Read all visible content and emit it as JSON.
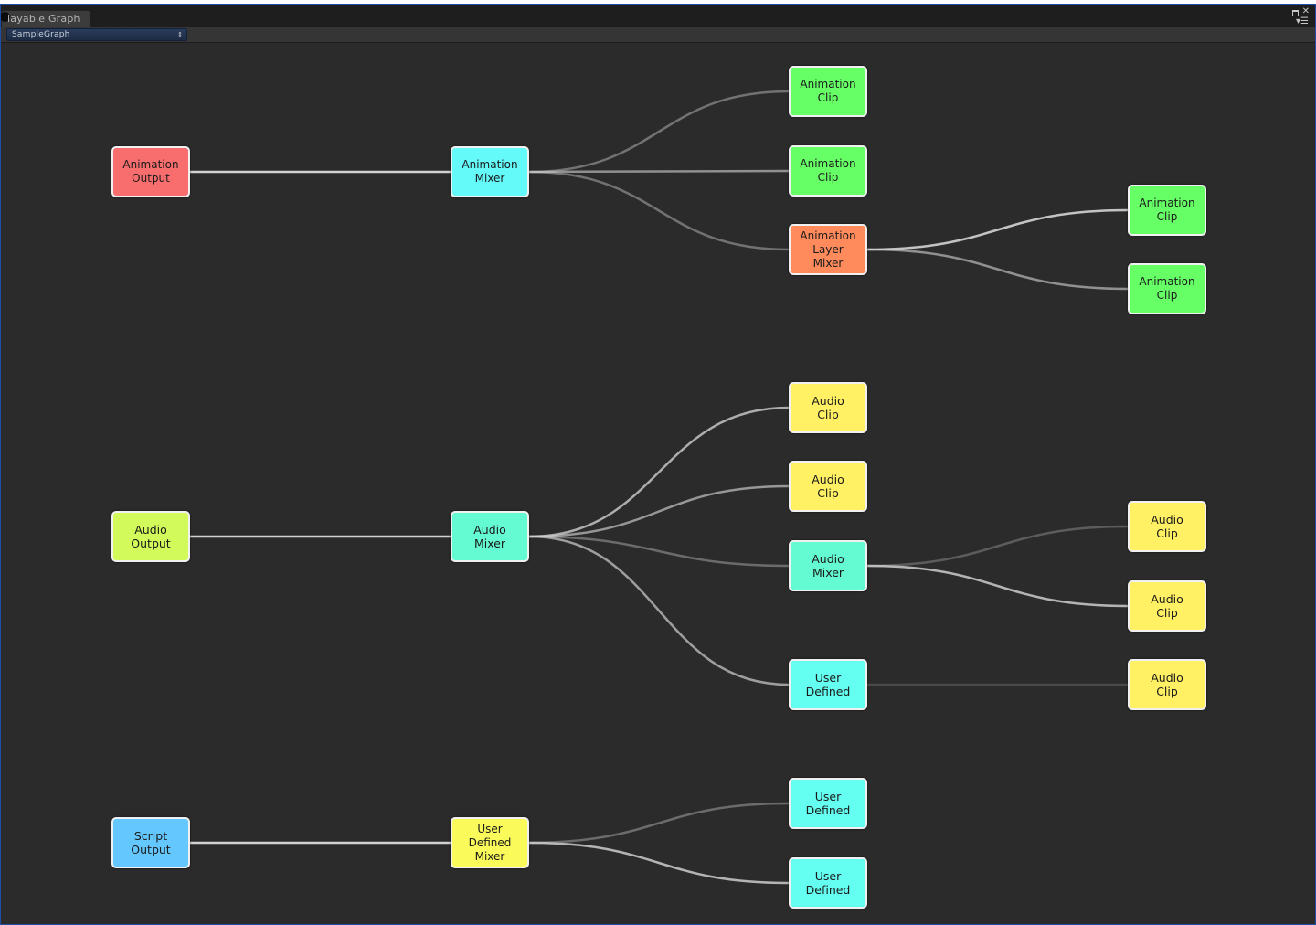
{
  "window": {
    "tab_title": "layable Graph",
    "icons": [
      "maximize-icon",
      "close-icon",
      "menu-icon"
    ]
  },
  "toolbar": {
    "graph_selector": {
      "value": "SampleGraph"
    }
  },
  "colors": {
    "animation_output": "#f86d6d",
    "animation_mixer": "#64fafa",
    "animation_clip": "#66ff66",
    "animation_layer_mixer": "#ff8a5c",
    "audio_output": "#d2fa5a",
    "audio_mixer": "#64fad2",
    "audio_clip": "#fff064",
    "user_defined": "#64fff0",
    "user_defined_mixer": "#fafa5a",
    "script_output": "#64c8ff",
    "edge": "#d2d2d2"
  },
  "graph": {
    "nodes": [
      {
        "id": "anim-output",
        "label": "Animation\nOutput",
        "color": "#f86d6d"
      },
      {
        "id": "anim-mixer",
        "label": "Animation\nMixer",
        "color": "#64fafa"
      },
      {
        "id": "anim-clip-1",
        "label": "Animation\nClip",
        "color": "#66ff66"
      },
      {
        "id": "anim-clip-2",
        "label": "Animation\nClip",
        "color": "#66ff66"
      },
      {
        "id": "anim-layer-mixer",
        "label": "Animation\nLayer\nMixer",
        "color": "#ff8a5c"
      },
      {
        "id": "anim-clip-3",
        "label": "Animation\nClip",
        "color": "#66ff66"
      },
      {
        "id": "anim-clip-4",
        "label": "Animation\nClip",
        "color": "#66ff66"
      },
      {
        "id": "audio-output",
        "label": "Audio\nOutput",
        "color": "#d2fa5a"
      },
      {
        "id": "audio-mixer",
        "label": "Audio\nMixer",
        "color": "#64fad2"
      },
      {
        "id": "audio-clip-1",
        "label": "Audio\nClip",
        "color": "#fff064"
      },
      {
        "id": "audio-clip-2",
        "label": "Audio\nClip",
        "color": "#fff064"
      },
      {
        "id": "audio-mixer-2",
        "label": "Audio\nMixer",
        "color": "#64fad2"
      },
      {
        "id": "user-defined-1",
        "label": "User\nDefined",
        "color": "#64fff0"
      },
      {
        "id": "audio-clip-3",
        "label": "Audio\nClip",
        "color": "#fff064"
      },
      {
        "id": "audio-clip-4",
        "label": "Audio\nClip",
        "color": "#fff064"
      },
      {
        "id": "audio-clip-5",
        "label": "Audio\nClip",
        "color": "#fff064"
      },
      {
        "id": "script-output",
        "label": "Script\nOutput",
        "color": "#64c8ff"
      },
      {
        "id": "user-defined-mixer",
        "label": "User\nDefined\nMixer",
        "color": "#fafa5a"
      },
      {
        "id": "user-defined-2",
        "label": "User\nDefined",
        "color": "#64fff0"
      },
      {
        "id": "user-defined-3",
        "label": "User\nDefined",
        "color": "#64fff0"
      }
    ],
    "edges": [
      {
        "from": "anim-output",
        "to": "anim-mixer",
        "weight": 1.0
      },
      {
        "from": "anim-mixer",
        "to": "anim-clip-1",
        "weight": 0.35
      },
      {
        "from": "anim-mixer",
        "to": "anim-clip-2",
        "weight": 0.55
      },
      {
        "from": "anim-mixer",
        "to": "anim-layer-mixer",
        "weight": 0.35
      },
      {
        "from": "anim-layer-mixer",
        "to": "anim-clip-3",
        "weight": 0.9
      },
      {
        "from": "anim-layer-mixer",
        "to": "anim-clip-4",
        "weight": 0.55
      },
      {
        "from": "audio-output",
        "to": "audio-mixer",
        "weight": 1.0
      },
      {
        "from": "audio-mixer",
        "to": "audio-clip-1",
        "weight": 0.75
      },
      {
        "from": "audio-mixer",
        "to": "audio-clip-2",
        "weight": 0.6
      },
      {
        "from": "audio-mixer",
        "to": "audio-mixer-2",
        "weight": 0.3
      },
      {
        "from": "audio-mixer",
        "to": "user-defined-1",
        "weight": 0.65
      },
      {
        "from": "audio-mixer-2",
        "to": "audio-clip-3",
        "weight": 0.2
      },
      {
        "from": "audio-mixer-2",
        "to": "audio-clip-4",
        "weight": 0.8
      },
      {
        "from": "user-defined-1",
        "to": "audio-clip-5",
        "weight": 0.08
      },
      {
        "from": "script-output",
        "to": "user-defined-mixer",
        "weight": 1.0
      },
      {
        "from": "user-defined-mixer",
        "to": "user-defined-2",
        "weight": 0.3
      },
      {
        "from": "user-defined-mixer",
        "to": "user-defined-3",
        "weight": 0.8
      }
    ]
  }
}
